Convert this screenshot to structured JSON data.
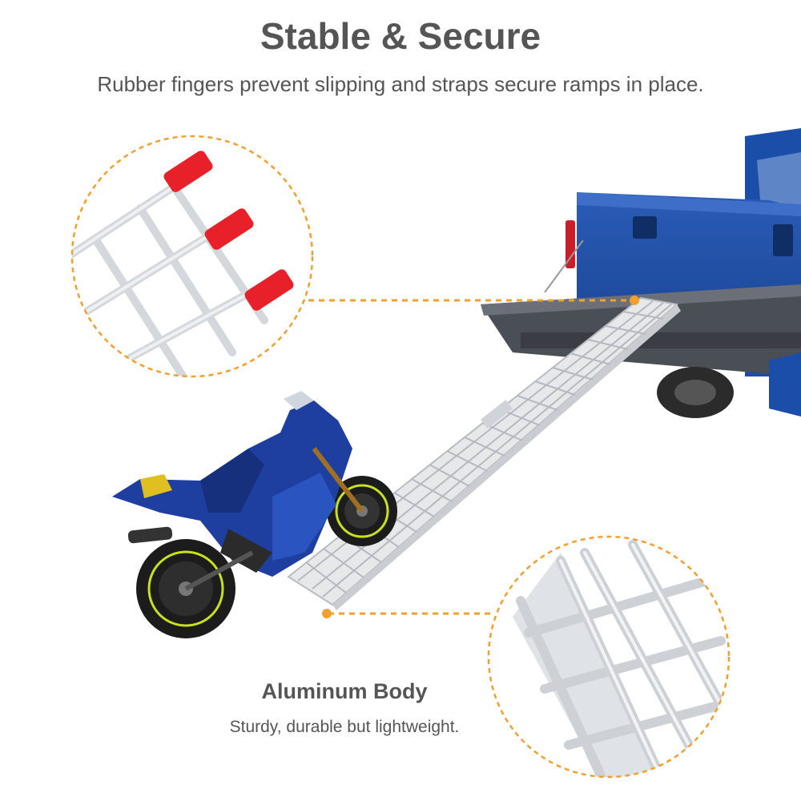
{
  "header": {
    "title": "Stable & Secure",
    "subtitle": "Rubber fingers prevent slipping and straps secure ramps in place."
  },
  "callout_body": {
    "title": "Aluminum Body",
    "text": "Sturdy, durable but lightweight."
  },
  "colors": {
    "text": "#555555",
    "accent_orange": "#f0a030",
    "truck_blue": "#1f4fa8",
    "rubber_red": "#e8202a",
    "aluminum": "#e6e8ea"
  }
}
